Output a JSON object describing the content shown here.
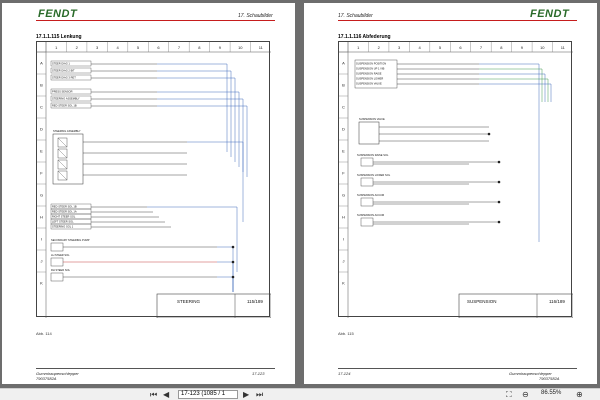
{
  "brand": {
    "logo_text": "FENDT",
    "logo_color": "#2a6b2a",
    "accent": "#c61d1d"
  },
  "pages": [
    {
      "chapter": "17. Schaubilder",
      "section": "17.1.1.115 Lenkung",
      "caption": "Abb. 114",
      "title_block": {
        "name": "STEERING",
        "sheet": "115/189"
      },
      "footer_left": "Gummiraupenschlepper",
      "footer_left2": "79037582A",
      "footer_right": "17-123"
    },
    {
      "chapter": "17. Schaubilder",
      "section": "17.1.1.116 Abfederung",
      "caption": "Abb. 115",
      "title_block": {
        "name": "SUSPENSION",
        "sheet": "116/189"
      },
      "footer_left": "17-124",
      "footer_right": "Gummiraupenschlepper",
      "footer_right2": "79037582A"
    }
  ],
  "grid": {
    "cols": [
      "1",
      "2",
      "3",
      "4",
      "5",
      "6",
      "7",
      "8",
      "9",
      "10",
      "11"
    ],
    "rows": [
      "A",
      "B",
      "C",
      "D",
      "E",
      "F",
      "G",
      "H",
      "I",
      "J",
      "K"
    ]
  },
  "left_labels": [
    "STEER DIAG 1",
    "STEER DIAG 2 BIT",
    "STEER DIAG 3 RET",
    "PRESS SENSOR",
    "STEERING ASSEMBLY",
    "RED STEER SOL 1B",
    "RED STEER SOL 1A",
    "RIGHT STEER SOL",
    "LEFT STEER SOL",
    "STEERING SOL 1",
    "SECONDARY STEERING PUMP",
    "LH STEER SOL",
    "RH STEER SOL"
  ],
  "right_labels": [
    "SUSPENSION POSITION",
    "SUSPENSION UP 1 VIB",
    "SUSPENSION RAISE",
    "SUSPENSION LOWER",
    "SUSPENSION VALVE",
    "SUSPENSION RAISE SOL",
    "SUSPENSION LOWER SOL",
    "SUSPENSION ACCUM"
  ],
  "toolbar": {
    "page_value": "17-123 (1085 / 1",
    "zoom": "86.55%"
  },
  "colors": {
    "wire_blue": "#2f5fb5",
    "wire_dark": "#333333",
    "wire_red": "#c03030",
    "wire_green": "#2f8f3f"
  }
}
